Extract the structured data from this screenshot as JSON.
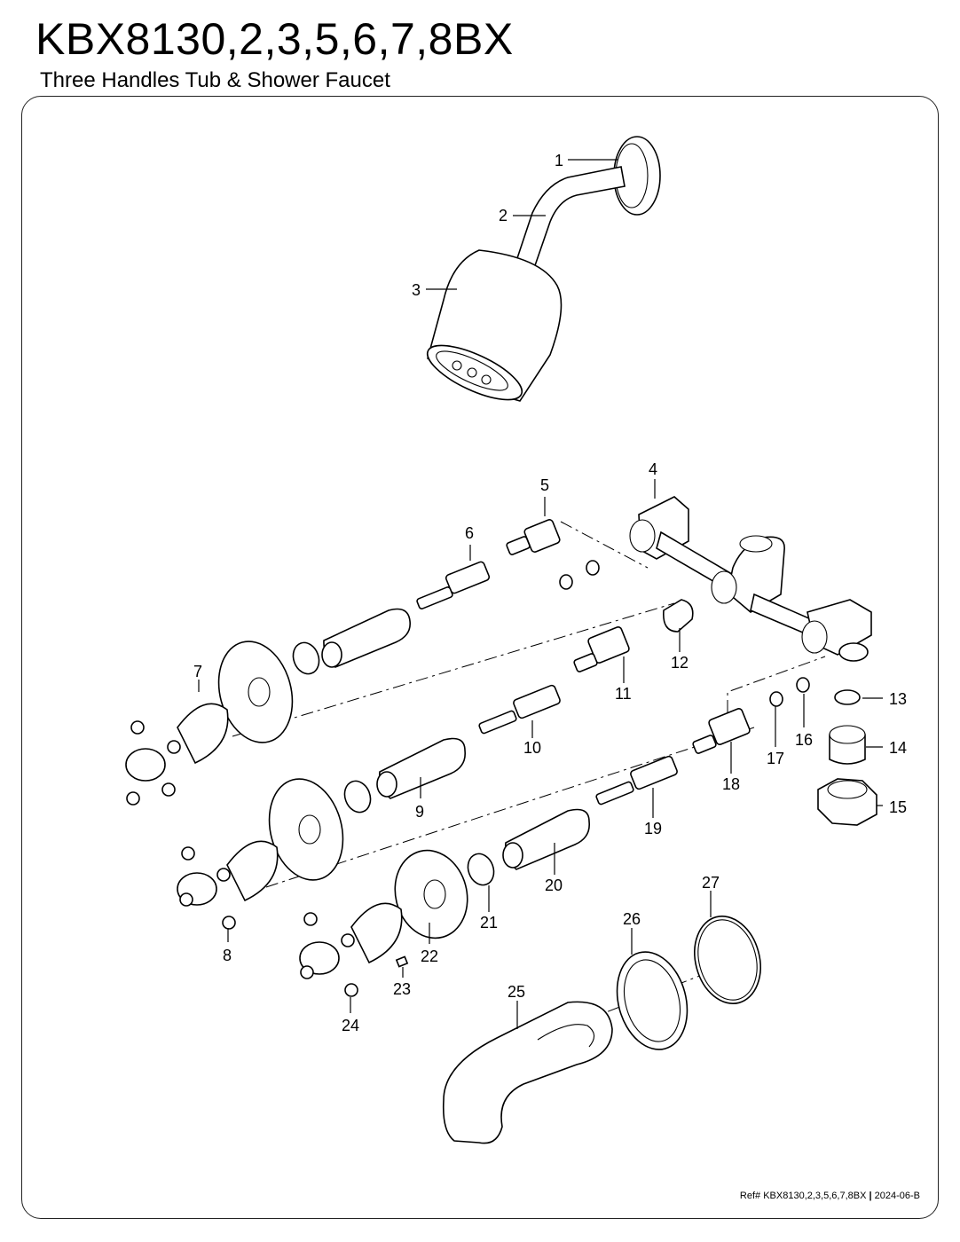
{
  "header": {
    "model": "KBX8130,2,3,5,6,7,8BX",
    "description": "Three Handles Tub & Shower Faucet"
  },
  "parts": [
    {
      "num": "1"
    },
    {
      "num": "2"
    },
    {
      "num": "3"
    },
    {
      "num": "4"
    },
    {
      "num": "5"
    },
    {
      "num": "6"
    },
    {
      "num": "7"
    },
    {
      "num": "8"
    },
    {
      "num": "9"
    },
    {
      "num": "10"
    },
    {
      "num": "11"
    },
    {
      "num": "12"
    },
    {
      "num": "13"
    },
    {
      "num": "14"
    },
    {
      "num": "15"
    },
    {
      "num": "16"
    },
    {
      "num": "17"
    },
    {
      "num": "18"
    },
    {
      "num": "19"
    },
    {
      "num": "20"
    },
    {
      "num": "21"
    },
    {
      "num": "22"
    },
    {
      "num": "23"
    },
    {
      "num": "24"
    },
    {
      "num": "25"
    },
    {
      "num": "26"
    },
    {
      "num": "27"
    }
  ],
  "footer": {
    "ref_label": "Ref# KBX8130,2,3,5,6,7,8BX",
    "separator": "|",
    "revision": "2024-06-B"
  }
}
